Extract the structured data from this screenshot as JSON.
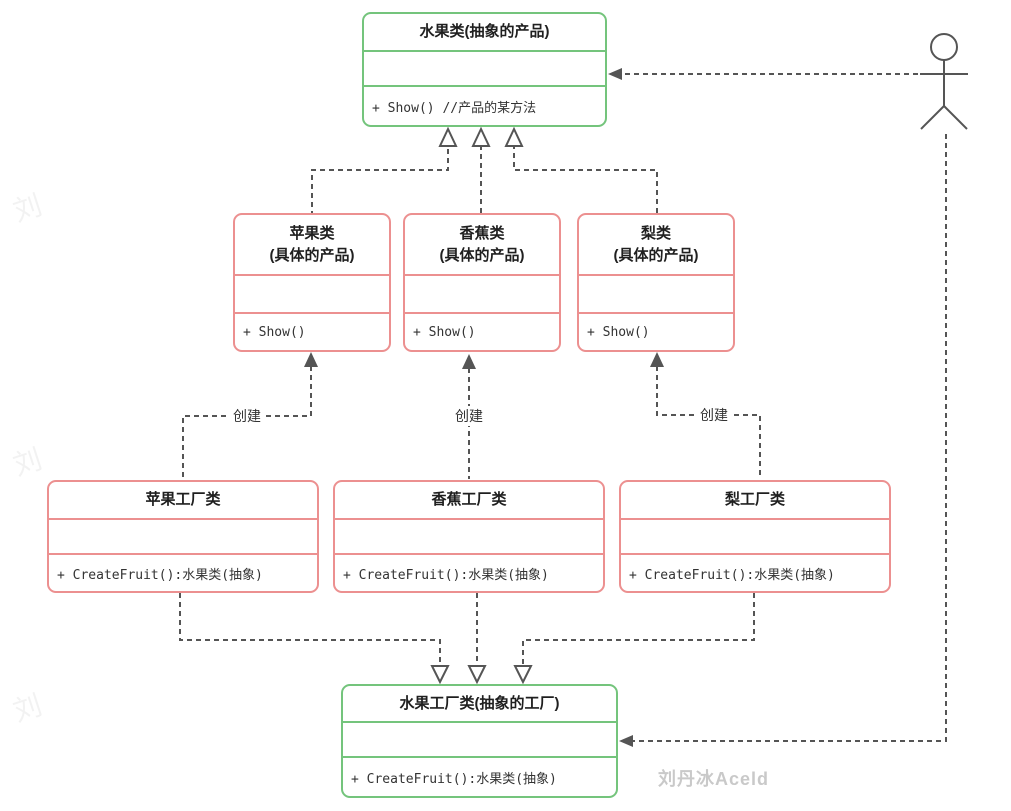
{
  "diagram": {
    "title_hint": "Factory method UML class diagram",
    "classes": {
      "abstract_product": {
        "name": "水果类(抽象的产品)",
        "attributes": "",
        "method": "+ Show() //产品的某方法"
      },
      "apple": {
        "name1": "苹果类",
        "name2": "(具体的产品)",
        "attributes": "",
        "method": "+ Show()"
      },
      "banana": {
        "name1": "香蕉类",
        "name2": "(具体的产品)",
        "attributes": "",
        "method": "+ Show()"
      },
      "pear": {
        "name1": "梨类",
        "name2": "(具体的产品)",
        "attributes": "",
        "method": "+ Show()"
      },
      "apple_factory": {
        "name": "苹果工厂类",
        "attributes": "",
        "method": "+ CreateFruit():水果类(抽象)"
      },
      "banana_factory": {
        "name": "香蕉工厂类",
        "attributes": "",
        "method": "+ CreateFruit():水果类(抽象)"
      },
      "pear_factory": {
        "name": "梨工厂类",
        "attributes": "",
        "method": "+ CreateFruit():水果类(抽象)"
      },
      "abstract_factory": {
        "name": "水果工厂类(抽象的工厂)",
        "attributes": "",
        "method": "+ CreateFruit():水果类(抽象)"
      }
    },
    "edge_labels": {
      "create_apple": "创建",
      "create_banana": "创建",
      "create_pear": "创建"
    },
    "watermark_author": "刘丹冰Aceld",
    "watermark_side": "刘",
    "colors": {
      "abstract_border": "#74c47c",
      "concrete_border": "#ec9090",
      "line": "#555555",
      "watermark": "#c9c9c9"
    }
  }
}
